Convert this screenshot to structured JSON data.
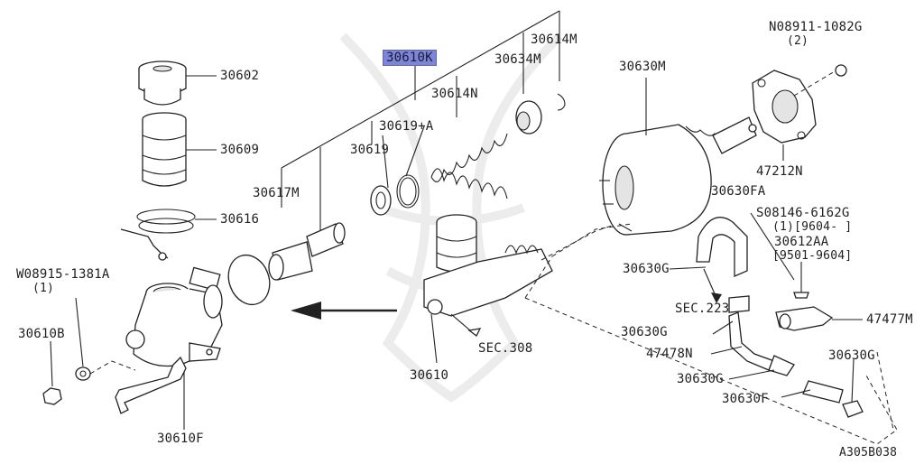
{
  "diagram": {
    "highlight_color": "#7d86d6",
    "figure_code": "A305B038",
    "labels": {
      "p30610k": "30610K",
      "p30614m": "30614M",
      "p30634m": "30634M",
      "p30614n": "30614N",
      "p30619a": "30619+A",
      "p30619": "30619",
      "p30617m": "30617M",
      "p30602": "30602",
      "p30609": "30609",
      "p30616": "30616",
      "w08915": "W08915-1381A",
      "w08915_qty": "(1)",
      "p30610b": "30610B",
      "p30610f": "30610F",
      "p30610": "30610",
      "sec308": "SEC.308",
      "p30630m": "30630M",
      "n08911": "N08911-1082G",
      "n08911_qty": "(2)",
      "p47212n": "47212N",
      "p30630fa": "30630FA",
      "s08146": "S08146-6162G",
      "s08146_qty": "(1)[9604-     ]",
      "p30612aa": "30612AA",
      "p30612aa_range": "[9501-9604]",
      "p30630g_1": "30630G",
      "sec223": "SEC.223",
      "p30630g_2": "30630G",
      "p47477m": "47477M",
      "p47478n": "47478N",
      "p30630g_3": "30630G",
      "p30630g_4": "30630G",
      "p30630f": "30630F"
    }
  }
}
